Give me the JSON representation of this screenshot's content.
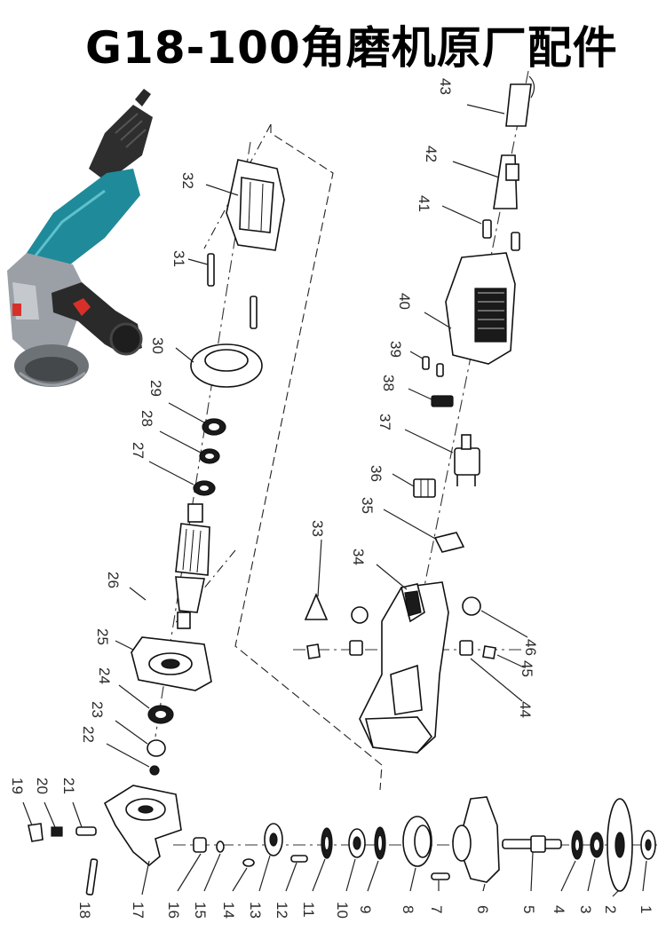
{
  "title": "G18-100角磨机原厂配件",
  "colors": {
    "tool_body": "#1f8a9a",
    "tool_grip": "#2a2a2a",
    "tool_head": "#9aa0a6",
    "accent": "#d7302a"
  },
  "parts": [
    {
      "number": "1"
    },
    {
      "number": "2"
    },
    {
      "number": "3"
    },
    {
      "number": "4"
    },
    {
      "number": "5"
    },
    {
      "number": "6"
    },
    {
      "number": "7"
    },
    {
      "number": "8"
    },
    {
      "number": "9"
    },
    {
      "number": "10"
    },
    {
      "number": "11"
    },
    {
      "number": "12"
    },
    {
      "number": "13"
    },
    {
      "number": "14"
    },
    {
      "number": "15"
    },
    {
      "number": "16"
    },
    {
      "number": "17"
    },
    {
      "number": "18"
    },
    {
      "number": "19"
    },
    {
      "number": "20"
    },
    {
      "number": "21"
    },
    {
      "number": "22"
    },
    {
      "number": "23"
    },
    {
      "number": "24"
    },
    {
      "number": "25"
    },
    {
      "number": "26"
    },
    {
      "number": "27"
    },
    {
      "number": "28"
    },
    {
      "number": "29"
    },
    {
      "number": "30"
    },
    {
      "number": "31"
    },
    {
      "number": "32"
    },
    {
      "number": "33"
    },
    {
      "number": "34"
    },
    {
      "number": "35"
    },
    {
      "number": "36"
    },
    {
      "number": "37"
    },
    {
      "number": "38"
    },
    {
      "number": "39"
    },
    {
      "number": "40"
    },
    {
      "number": "41"
    },
    {
      "number": "42"
    },
    {
      "number": "43"
    },
    {
      "number": "44"
    },
    {
      "number": "45"
    },
    {
      "number": "46"
    }
  ]
}
